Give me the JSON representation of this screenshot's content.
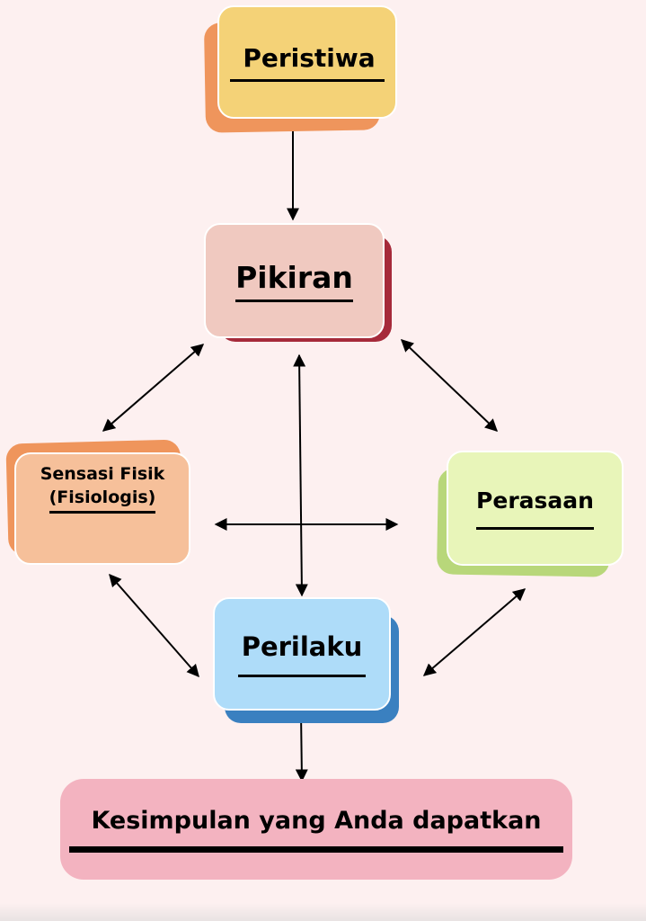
{
  "nodes": {
    "peristiwa": {
      "label": "Peristiwa",
      "fill": "#f4d277",
      "shadow": "#ef955c"
    },
    "pikiran": {
      "label": "Pikiran",
      "fill": "#f0c9c0",
      "shadow": "#a62a3a"
    },
    "sensasi": {
      "line1": "Sensasi Fisik",
      "line2": "(Fisiologis)",
      "fill": "#f6c09a",
      "shadow": "#ef955c"
    },
    "perasaan": {
      "label": "Perasaan",
      "fill": "#e8f5b9",
      "shadow": "#b8d77a"
    },
    "perilaku": {
      "label": "Perilaku",
      "fill": "#aedcf9",
      "shadow": "#3a80c0"
    },
    "kesimpulan": {
      "label": "Kesimpulan yang Anda dapatkan",
      "fill": "#f3b3c0"
    }
  },
  "edges": [
    {
      "from": "peristiwa",
      "to": "pikiran",
      "direction": "forward"
    },
    {
      "from": "pikiran",
      "to": "sensasi",
      "direction": "both"
    },
    {
      "from": "pikiran",
      "to": "perasaan",
      "direction": "both"
    },
    {
      "from": "pikiran",
      "to": "perilaku",
      "direction": "both"
    },
    {
      "from": "sensasi",
      "to": "perasaan",
      "direction": "both"
    },
    {
      "from": "sensasi",
      "to": "perilaku",
      "direction": "both"
    },
    {
      "from": "perasaan",
      "to": "perilaku",
      "direction": "both"
    },
    {
      "from": "perilaku",
      "to": "kesimpulan",
      "direction": "forward"
    }
  ]
}
